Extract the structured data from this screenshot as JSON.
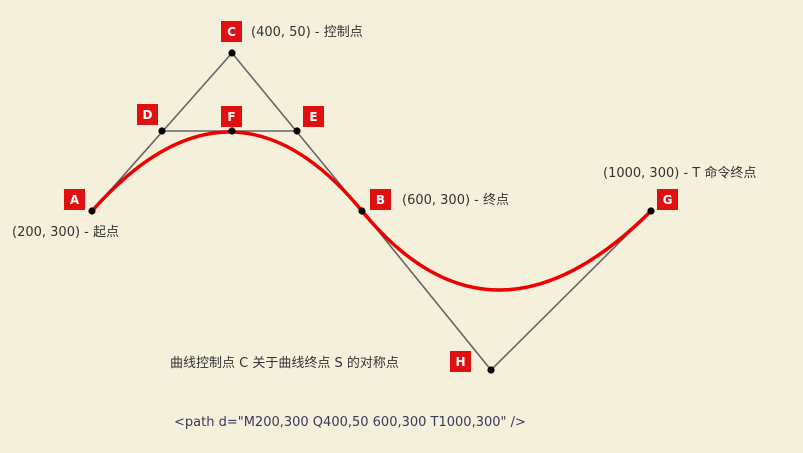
{
  "colors": {
    "background": "#f5f0dc",
    "curve": "#ee0000",
    "control_lines": "#666666",
    "point": "#000000",
    "badge": "#e01010",
    "badge_text": "#ffffff",
    "label_text": "#333333"
  },
  "points": {
    "A": {
      "badge": "A",
      "label": "(200, 300) - 起点"
    },
    "C": {
      "badge": "C",
      "label": "(400, 50) - 控制点"
    },
    "D": {
      "badge": "D"
    },
    "F": {
      "badge": "F"
    },
    "E": {
      "badge": "E"
    },
    "B": {
      "badge": "B",
      "label": "(600, 300) - 终点"
    },
    "G": {
      "badge": "G",
      "label": "(1000, 300) - T 命令终点"
    },
    "H": {
      "badge": "H",
      "label": "曲线控制点 C 关于曲线终点 S 的对称点"
    }
  },
  "code_caption": "<path d=\"M200,300 Q400,50 600,300 T1000,300\" />"
}
